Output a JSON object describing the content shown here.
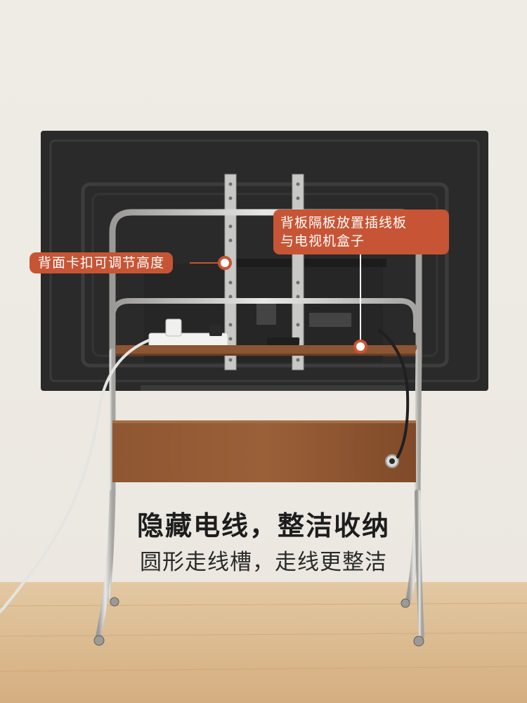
{
  "callouts": {
    "left_label": "背面卡扣可调节高度",
    "right_line1": "背板隔板放置插线板",
    "right_line2": "与电视机盒子"
  },
  "caption": {
    "headline": "隐藏电线，整洁收纳",
    "subline": "圆形走线槽，走线更整洁"
  },
  "colors": {
    "wall": "#eeebe5",
    "floor": "#d9b88f",
    "tv_back": "#2b2b2b",
    "walnut": "#8a5230",
    "callout": "#c75535",
    "steel": "#c9c9c6"
  }
}
